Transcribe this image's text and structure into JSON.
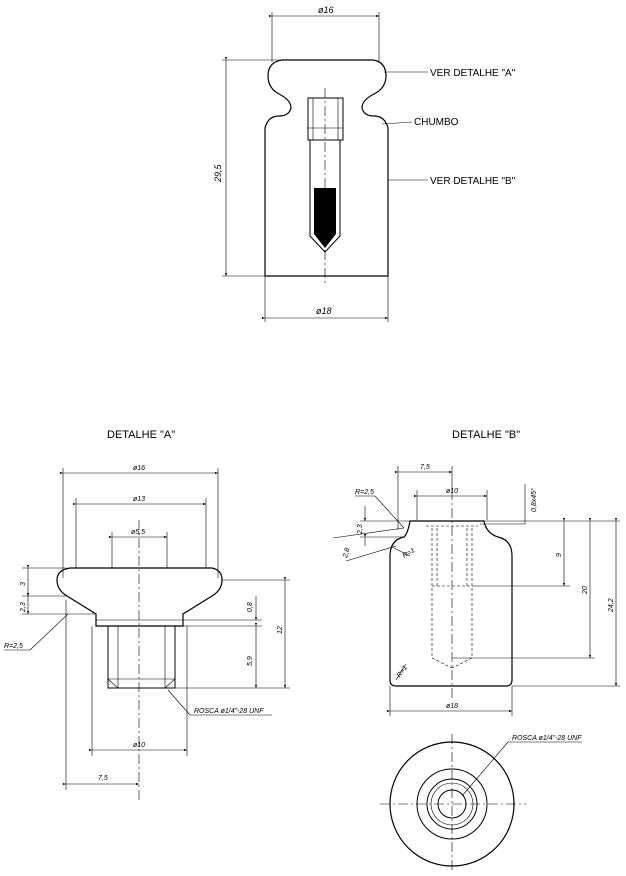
{
  "main_view": {
    "dia_top": "ø16",
    "dia_bottom": "ø18",
    "height": "29,5",
    "callout_a": "VER DETALHE \"A\"",
    "callout_lead": "CHUMBO",
    "callout_b": "VER DETALHE \"B\""
  },
  "detail_a": {
    "title": "DETALHE \"A\"",
    "d16": "ø16",
    "d13": "ø13",
    "d55": "ø5,5",
    "h3": "3",
    "h23": "2,3",
    "h08": "0,8",
    "h12": "12",
    "h59": "5,9",
    "radius": "R=2,5",
    "thread": "ROSCA ø1/4\"-28 UNF",
    "d10": "ø10",
    "w75": "7,5"
  },
  "detail_b": {
    "title": "DETALHE \"B\"",
    "w75": "7,5",
    "radius": "R=2,5",
    "d10": "ø10",
    "chamfer": "0,8x45°",
    "h23": "2,3",
    "h28": "2,8",
    "r1_top": "R=1",
    "h9": "9",
    "h20": "20",
    "h242": "24,2",
    "r1_bottom": "R=1",
    "d18": "ø18",
    "thread": "ROSCA ø1/4\"-28 UNF"
  }
}
